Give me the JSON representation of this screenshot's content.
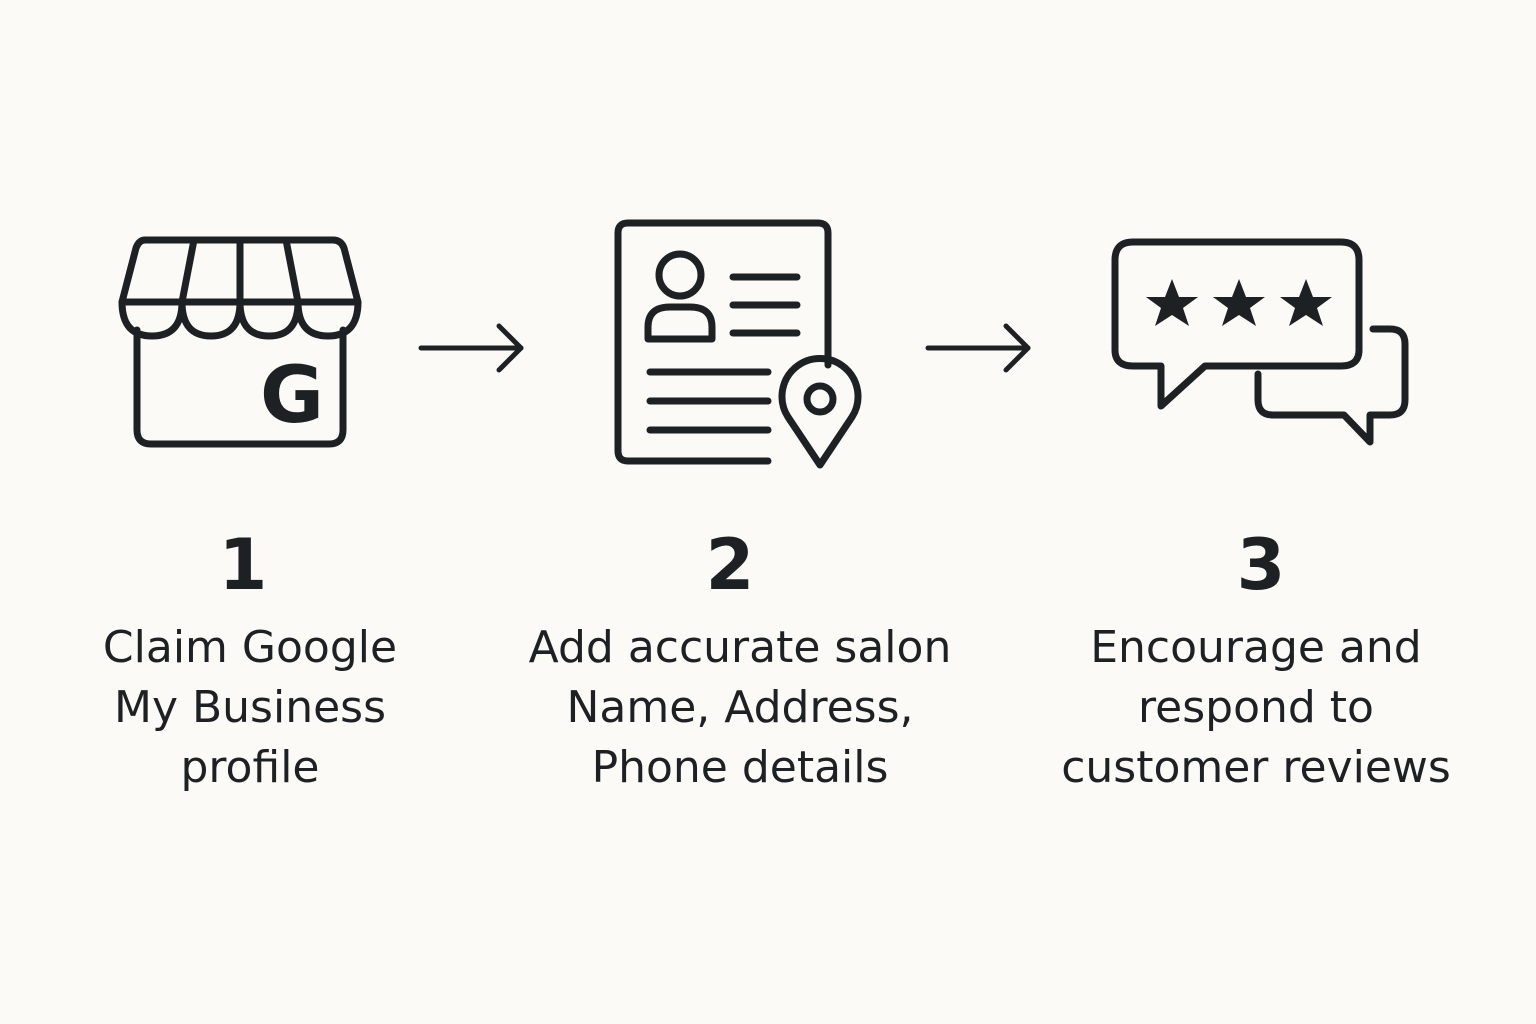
{
  "colors": {
    "background": "#fbfaf7",
    "ink": "#1e2124"
  },
  "steps": [
    {
      "number": "1",
      "icon": "storefront-google-icon",
      "icon_letter": "G",
      "lines": [
        "Claim Google",
        "My Business",
        "profile"
      ]
    },
    {
      "number": "2",
      "icon": "profile-document-location-icon",
      "lines": [
        "Add accurate salon",
        "Name, Address,",
        "Phone details"
      ]
    },
    {
      "number": "3",
      "icon": "review-chat-stars-icon",
      "lines": [
        "Encourage and",
        "respond to",
        "customer reviews"
      ]
    }
  ],
  "connectors": [
    "arrow-right-icon",
    "arrow-right-icon"
  ]
}
